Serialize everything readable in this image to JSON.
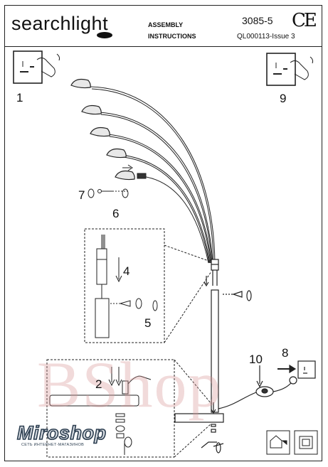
{
  "header": {
    "brand": "searchlight",
    "assembly_line1": "ASSEMBLY",
    "assembly_line2": "INSTRUCTIONS",
    "product_code": "3085-5",
    "document_code": "QL000113-Issue 3",
    "ce_mark": "CE"
  },
  "steps": {
    "s1": "1",
    "s2": "2",
    "s4": "4",
    "s5": "5",
    "s6": "6",
    "s7": "7",
    "s8": "8",
    "s9": "9",
    "s10": "10"
  },
  "watermark": {
    "text": "BShop",
    "logo": "Miroshop",
    "logo_sub": "СЕТЬ ИНТЕРНЕТ-МАГАЗИНОВ"
  },
  "colors": {
    "line": "#222222",
    "shade_fill": "#e8e8e8",
    "watermark": "#d79696"
  }
}
